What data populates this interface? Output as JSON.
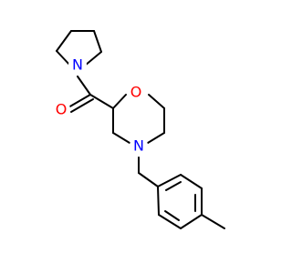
{
  "molecule": {
    "atoms": {
      "n_pyrrolidine": {
        "label": "N",
        "color": "#0000ff"
      },
      "o_carbonyl": {
        "label": "O",
        "color": "#ff0000"
      },
      "o_ring": {
        "label": "O",
        "color": "#ff0000"
      },
      "n_morpholine": {
        "label": "N",
        "color": "#0000ff"
      }
    }
  }
}
